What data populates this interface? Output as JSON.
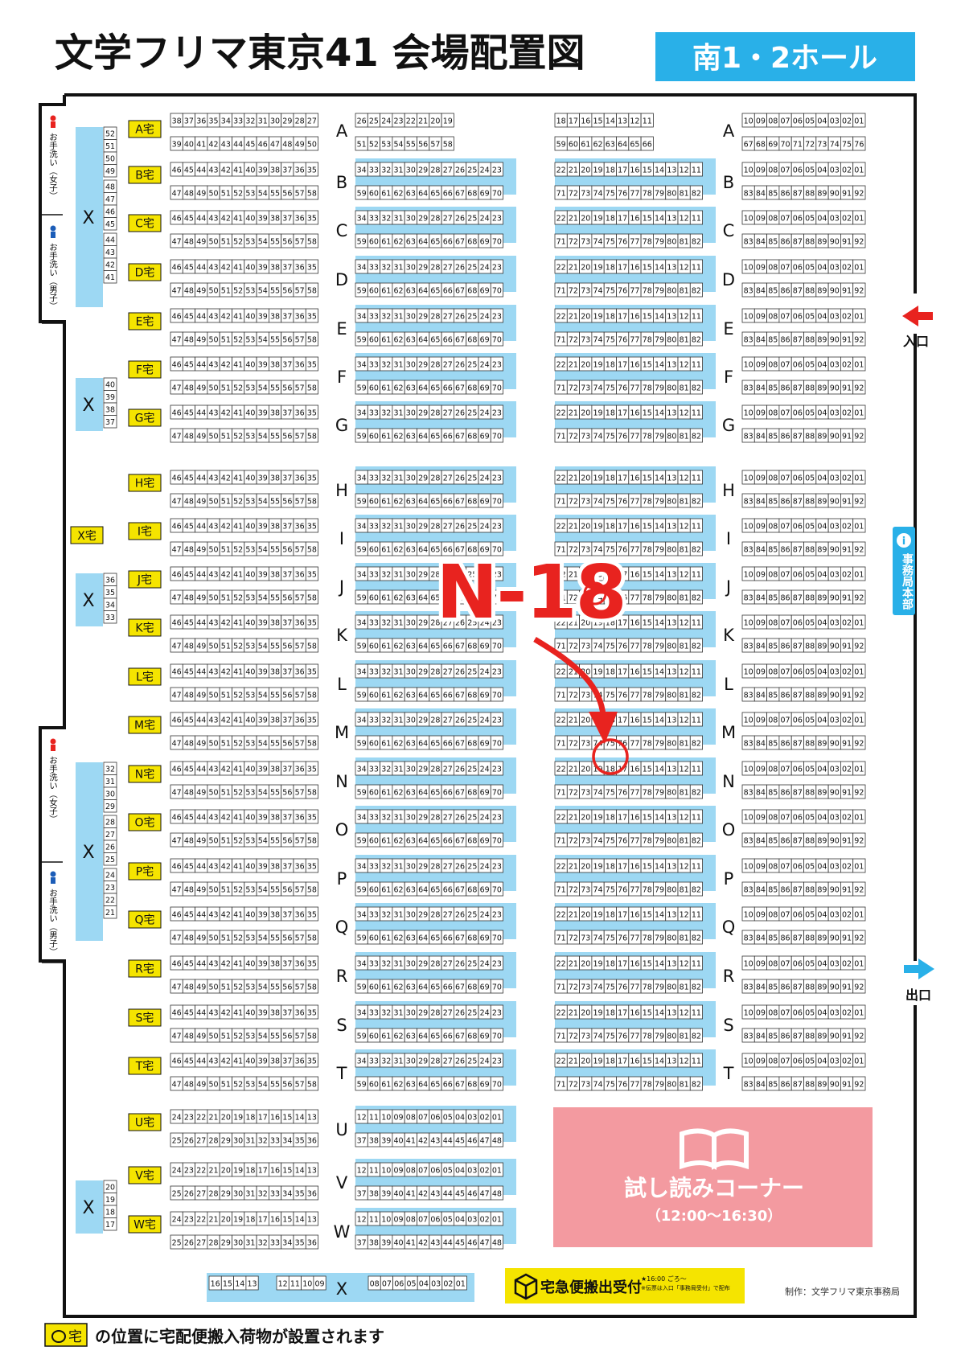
{
  "title": "文学フリマ東京41 会場配置図",
  "hall_label": "南1・2ホール",
  "colors": {
    "aisle": "#9dd8f3",
    "hall_badge": "#29b0e8",
    "takuhai": "#f5e400",
    "trial": "#f39aa0",
    "marker": "#e8231f",
    "entrance_arrow": "#e8231f",
    "exit_arrow": "#29b0e8"
  },
  "entrance_label": "入口",
  "exit_label": "出口",
  "office_label": "事務局本部",
  "restrooms": [
    {
      "label": "お手洗い（女子）",
      "gender": "female"
    },
    {
      "label": "お手洗い（男子）",
      "gender": "male"
    },
    {
      "label": "お手洗い（女子）",
      "gender": "female"
    },
    {
      "label": "お手洗い（男子）",
      "gender": "male"
    }
  ],
  "x_label": "X",
  "x_takuhai": "X宅",
  "takuhai_mark": "宅",
  "x_blocks": [
    [
      "52",
      "51",
      "50",
      "49",
      "",
      "48",
      "47",
      "46",
      "45",
      "",
      "44",
      "43",
      "42",
      "41"
    ],
    [
      "40",
      "39",
      "38",
      "37"
    ],
    [
      "36",
      "35",
      "34",
      "33"
    ],
    [
      "32",
      "31",
      "30",
      "29",
      "",
      "28",
      "27",
      "26",
      "25",
      "",
      "24",
      "23",
      "22",
      "21"
    ],
    [
      "20",
      "19",
      "18",
      "17"
    ]
  ],
  "row_a": {
    "letter": "A",
    "top1": [
      "38",
      "37",
      "36",
      "35",
      "34",
      "33",
      "32",
      "31",
      "30",
      "29",
      "28",
      "27"
    ],
    "bot1": [
      "39",
      "40",
      "41",
      "42",
      "43",
      "44",
      "45",
      "46",
      "47",
      "48",
      "49",
      "50"
    ],
    "top2": [
      "26",
      "25",
      "24",
      "23",
      "22",
      "21",
      "20",
      "19"
    ],
    "bot2": [
      "51",
      "52",
      "53",
      "54",
      "55",
      "56",
      "57",
      "58"
    ],
    "top3": [
      "18",
      "17",
      "16",
      "15",
      "14",
      "13",
      "12",
      "11"
    ],
    "bot3": [
      "59",
      "60",
      "61",
      "62",
      "63",
      "64",
      "65",
      "66"
    ],
    "top4": [
      "10",
      "09",
      "08",
      "07",
      "06",
      "05",
      "04",
      "03",
      "02",
      "01"
    ],
    "bot4": [
      "67",
      "68",
      "69",
      "70",
      "71",
      "72",
      "73",
      "74",
      "75",
      "76"
    ]
  },
  "std_rows": {
    "letters": [
      "B",
      "C",
      "D",
      "E",
      "F",
      "G",
      "H",
      "I",
      "J",
      "K",
      "L",
      "M",
      "N",
      "O",
      "P",
      "Q",
      "R",
      "S",
      "T"
    ],
    "top1": [
      "46",
      "45",
      "44",
      "43",
      "42",
      "41",
      "40",
      "39",
      "38",
      "37",
      "36",
      "35"
    ],
    "bot1": [
      "47",
      "48",
      "49",
      "50",
      "51",
      "52",
      "53",
      "54",
      "55",
      "56",
      "57",
      "58"
    ],
    "top2": [
      "34",
      "33",
      "32",
      "31",
      "30",
      "29",
      "28",
      "27",
      "26",
      "25",
      "24",
      "23"
    ],
    "bot2": [
      "59",
      "60",
      "61",
      "62",
      "63",
      "64",
      "65",
      "66",
      "67",
      "68",
      "69",
      "70"
    ],
    "top3": [
      "22",
      "21",
      "20",
      "19",
      "18",
      "17",
      "16",
      "15",
      "14",
      "13",
      "12",
      "11"
    ],
    "bot3": [
      "71",
      "72",
      "73",
      "74",
      "75",
      "76",
      "77",
      "78",
      "79",
      "80",
      "81",
      "82"
    ],
    "top4": [
      "10",
      "09",
      "08",
      "07",
      "06",
      "05",
      "04",
      "03",
      "02",
      "01"
    ],
    "bot4": [
      "83",
      "84",
      "85",
      "86",
      "87",
      "88",
      "89",
      "90",
      "91",
      "92"
    ]
  },
  "uvw_rows": {
    "letters": [
      "U",
      "V",
      "W"
    ],
    "top1": [
      "24",
      "23",
      "22",
      "21",
      "20",
      "19",
      "18",
      "17",
      "16",
      "15",
      "14",
      "13"
    ],
    "bot1": [
      "25",
      "26",
      "27",
      "28",
      "29",
      "30",
      "31",
      "32",
      "33",
      "34",
      "35",
      "36"
    ],
    "top2": [
      "12",
      "11",
      "10",
      "09",
      "08",
      "07",
      "06",
      "05",
      "04",
      "03",
      "02",
      "01"
    ],
    "bot2": [
      "37",
      "38",
      "39",
      "40",
      "41",
      "42",
      "43",
      "44",
      "45",
      "46",
      "47",
      "48"
    ]
  },
  "bottom_row": {
    "letter": "X",
    "g1": [
      "16",
      "15",
      "14",
      "13"
    ],
    "g2": [
      "12",
      "11",
      "10",
      "09"
    ],
    "g3": [
      "08",
      "07",
      "06",
      "05",
      "04",
      "03",
      "02",
      "01"
    ]
  },
  "trial_corner": {
    "title": "試し読みコーナー",
    "hours": "（12:00〜16:30）"
  },
  "takuhai_box": {
    "label": "宅急便搬出受付",
    "note1": "★16:00 ごろ〜",
    "note2": "※伝票は入口「事務局受付」で配布"
  },
  "credit": "制作：文学フリマ東京事務局",
  "highlight": {
    "label": "N-18",
    "row": "N",
    "space": "18"
  },
  "footer_note": "の位置に宅配便搬入荷物が設置されます"
}
